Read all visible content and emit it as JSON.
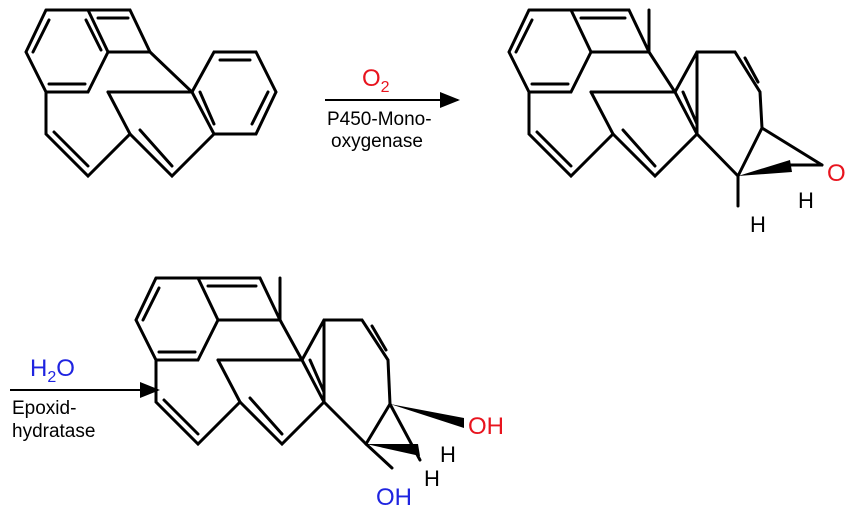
{
  "colors": {
    "oxygen": "#e8141e",
    "water": "#1f24e0",
    "ink": "#000000"
  },
  "step1": {
    "reagent_main": "O",
    "reagent_sub": "2",
    "enzyme_line1": "P450-Mono-",
    "enzyme_line2": "oxygenase"
  },
  "step2": {
    "reagent_part1": "H",
    "reagent_sub": "2",
    "reagent_part2": "O",
    "enzyme_line1": "Epoxid-",
    "enzyme_line2": "hydratase"
  },
  "epoxide": {
    "oxygen": "O",
    "h_left": "H",
    "h_right": "H"
  },
  "diol": {
    "oh_top": "OH",
    "oh_bottom": "OH",
    "h_a": "H",
    "h_b": "H"
  }
}
